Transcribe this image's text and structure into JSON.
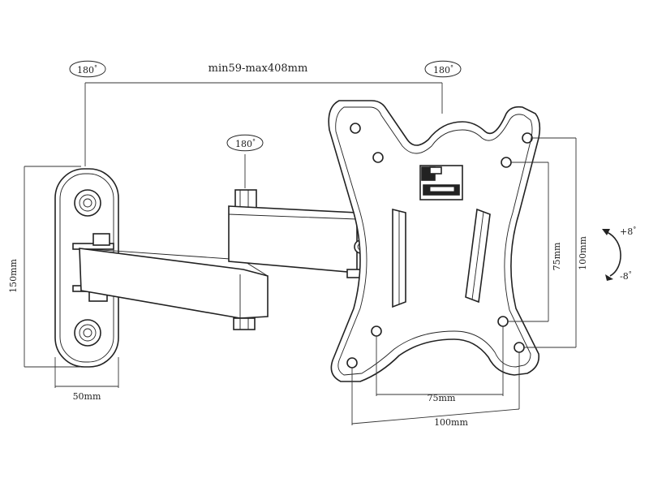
{
  "colors": {
    "ink": "#222222",
    "background": "#ffffff"
  },
  "rotations": {
    "wall_pivot": {
      "value": "180",
      "unit": "°"
    },
    "mid_pivot": {
      "value": "180",
      "unit": "°"
    },
    "head_pivot": {
      "value": "180",
      "unit": "°"
    }
  },
  "dimensions": {
    "extension": "min59-max408mm",
    "wall_plate_height": "150mm",
    "wall_plate_width": "50mm",
    "vesa_small_vertical": "75mm",
    "vesa_large_vertical": "100mm",
    "vesa_small_horizontal": "75mm",
    "vesa_large_horizontal": "100mm"
  },
  "tilt": {
    "up": "+8",
    "down": "-8",
    "unit": "°"
  }
}
